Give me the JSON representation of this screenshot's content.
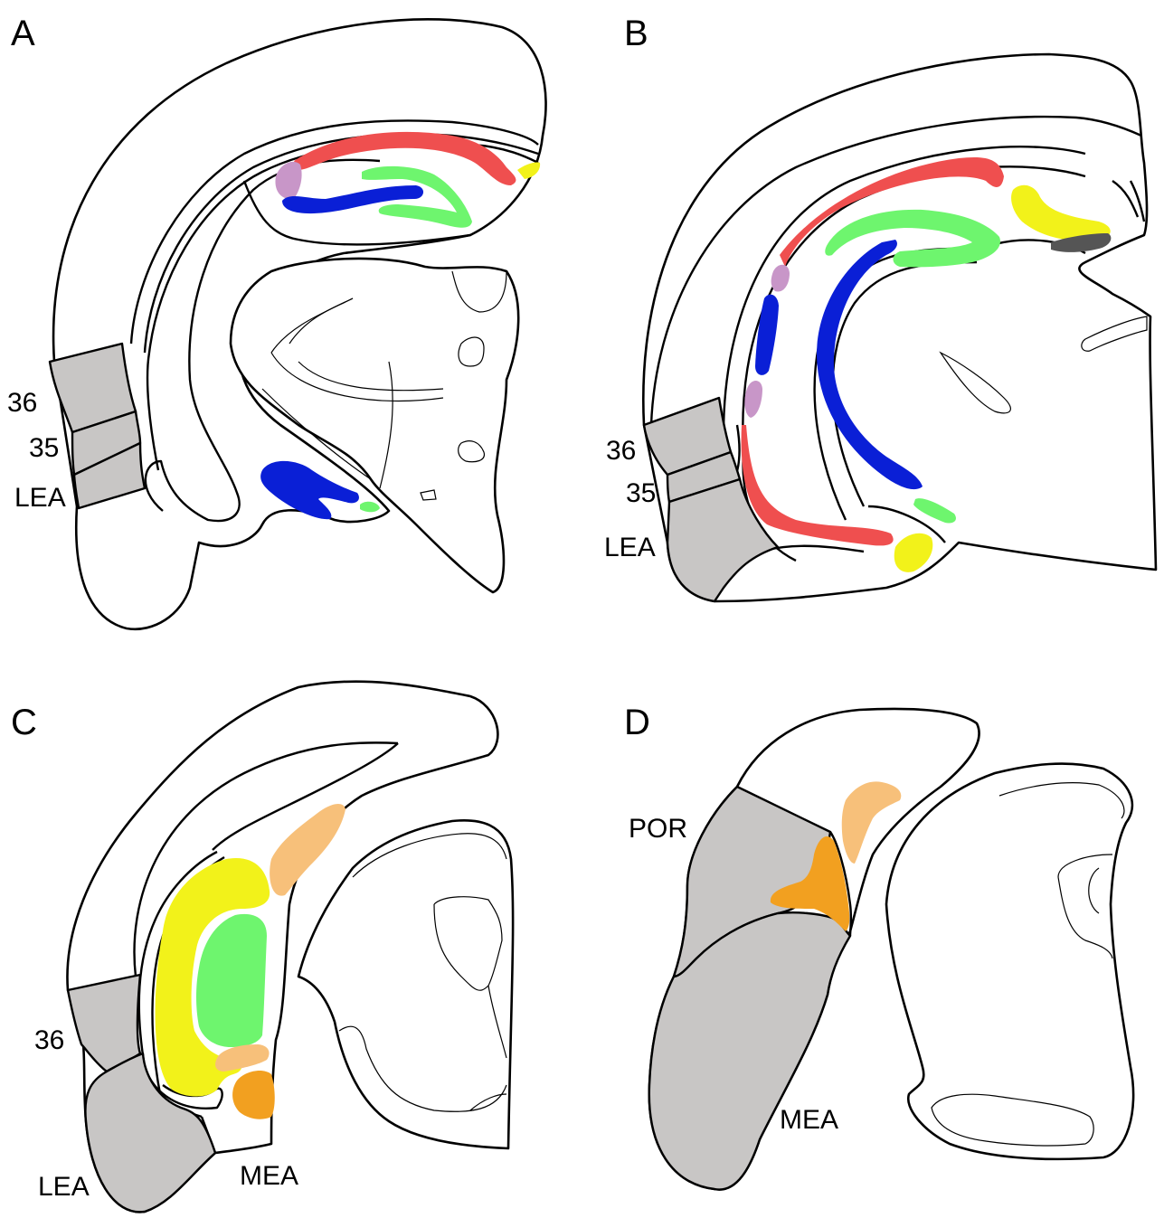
{
  "panels": [
    {
      "letter": "A",
      "labels": {
        "a36": "36",
        "a35": "35",
        "lea": "LEA"
      }
    },
    {
      "letter": "B",
      "labels": {
        "a36": "36",
        "a35": "35",
        "lea": "LEA"
      }
    },
    {
      "letter": "C",
      "labels": {
        "a36": "36",
        "lea": "LEA",
        "mea": "MEA"
      }
    },
    {
      "letter": "D",
      "labels": {
        "por": "POR",
        "mea": "MEA"
      }
    }
  ],
  "colors": {
    "red": "#ef4f4f",
    "blue": "#0a1fd6",
    "green": "#6ef56e",
    "yellow": "#f2f21a",
    "purple": "#c896c8",
    "dark_gray": "#555555",
    "light_orange": "#f7c07a",
    "orange": "#f2a020",
    "gray_region": "#c8c6c5"
  }
}
